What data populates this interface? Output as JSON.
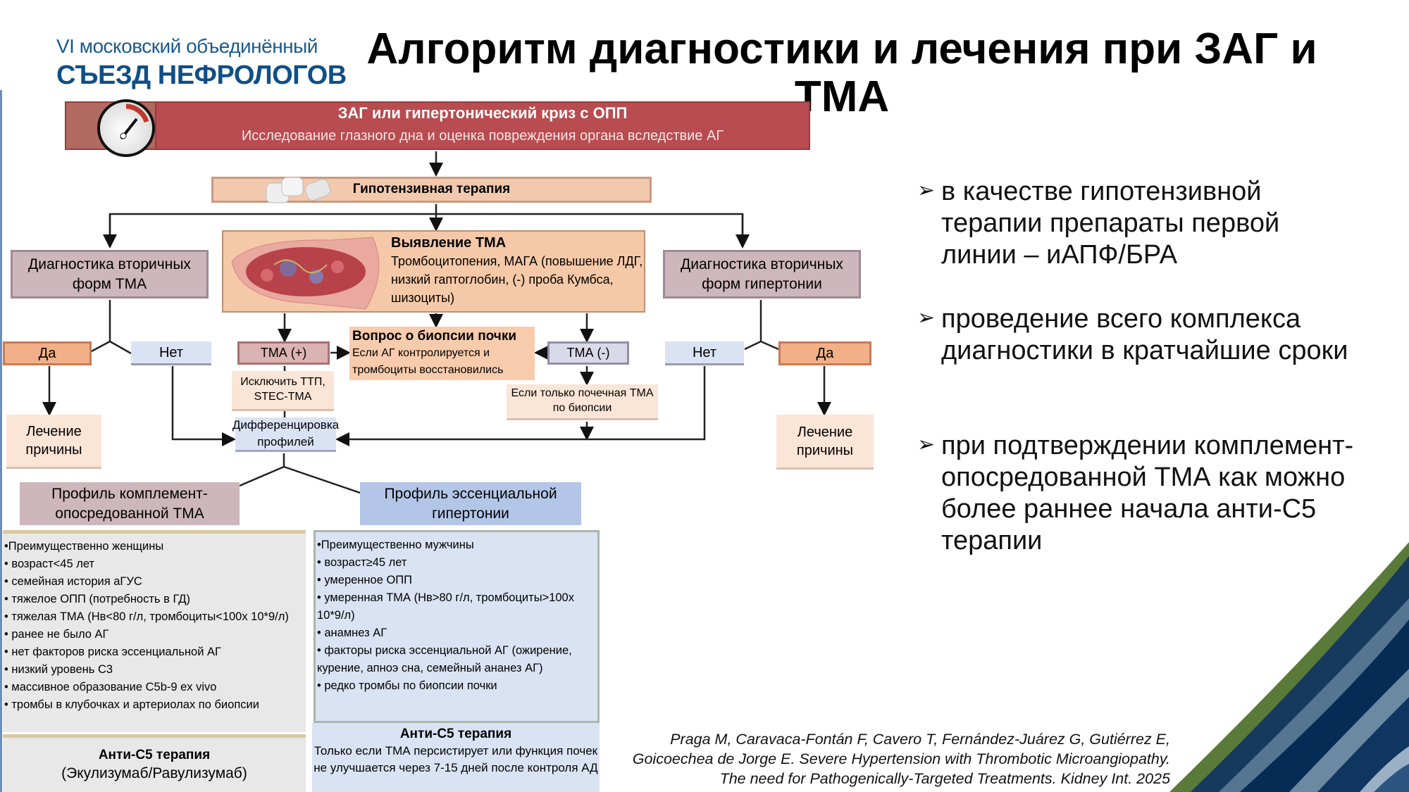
{
  "header": {
    "logo_line1": "VI московский объединённый",
    "logo_line2": "СЪЕЗД НЕФРОЛОГОВ",
    "title": "Алгоритм диагностики и лечения при ЗАГ и ТМА"
  },
  "flow": {
    "banner_title": "ЗАГ или гипертонический криз с ОПП",
    "banner_subtitle": "Исследование глазного дна и оценка повреждения органа вследствие АГ",
    "hypotensive": "Гипотензивная терапия",
    "secondary_tma": "Диагностика вторичных форм ТМА",
    "secondary_htn": "Диагностика вторичных форм гипертонии",
    "tma_title": "Выявление ТМА",
    "tma_text": "Тромбоцитопения, МАГА (повышение ЛДГ, низкий гаптоглобин, (-) проба Кумбса, шизоциты)",
    "yes": "Да",
    "no": "Нет",
    "treat_cause": "Лечение причины",
    "tma_plus": "ТМА (+)",
    "tma_minus": "ТМА (-)",
    "biopsy_title": "Вопрос о биопсии почки",
    "biopsy_text": "Если АГ контролируется и тромбоциты восстановились",
    "exclude": "Исключить ТТП, STEC-ТМА",
    "kidney_only": "Если только почечная ТМА по биопсии",
    "differentiation": "Дифференцировка профилей",
    "profile_complement": "Профиль комплемент-опосредованной ТМА",
    "profile_essential": "Профиль эссенциальной гипертонии",
    "complement_items": [
      "•Преимущественно женщины",
      "• возраст<45 лет",
      "• семейная история аГУС",
      "• тяжелое ОПП (потребность в ГД)",
      "• тяжелая ТМА (Нв<80 г/л, тромбоциты<100x 10*9/л)",
      "• ранее не было АГ",
      "• нет факторов риска эссенциальной АГ",
      "• низкий уровень С3",
      "• массивное образование C5b-9 ex vivo",
      "• тромбы в клубочках и артериолах по биопсии"
    ],
    "essential_items": [
      "•Преимущественно мужчины",
      "• возраст≥45 лет",
      "• умеренное ОПП",
      "• умеренная ТМА (Нв>80 г/л, тромбоциты>100x 10*9/л)",
      "• анамнез АГ",
      "•  факторы риска эссенциальной АГ (ожирение, курение, апноэ сна, семейный ананез АГ)",
      "• редко тромбы по биопсии почки"
    ],
    "anti_c5_title": "Анти-С5 терапия",
    "anti_c5_left": "(Экулизумаб/Равулизумаб)",
    "anti_c5_right": "Только если ТМА персистирует или функция почек не улучшается через 7-15 дней после контроля АД"
  },
  "bullets": [
    {
      "icon": "arrow-bullet-icon",
      "symbol": "➢",
      "text": " в качестве гипотензивной терапии препараты первой линии – иАПФ/БРА"
    },
    {
      "icon": "arrow-bullet-icon",
      "symbol": "➢",
      "text": "проведение всего комплекса диагностики в кратчайшие сроки"
    },
    {
      "icon": "arrow-bullet-icon",
      "symbol": "➢",
      "text": " при подтверждении комплемент-опосредованной ТМА как можно более раннее начала анти-С5 терапии"
    }
  ],
  "citation": "Praga M, Caravaca-Fontán F, Cavero T, Fernández-Juárez G, Gutiérrez E, Goicoechea de Jorge E. Severe Hypertension with Thrombotic Microangiopathy. The need for Pathogenically-Targeted Treatments. Kidney Int. 2025",
  "colors": {
    "banner": "#b84c50",
    "peach": "#f8cbad",
    "lavender": "#cdb6bc",
    "blue": "#dae3f3",
    "logo": "#0f4f86"
  }
}
